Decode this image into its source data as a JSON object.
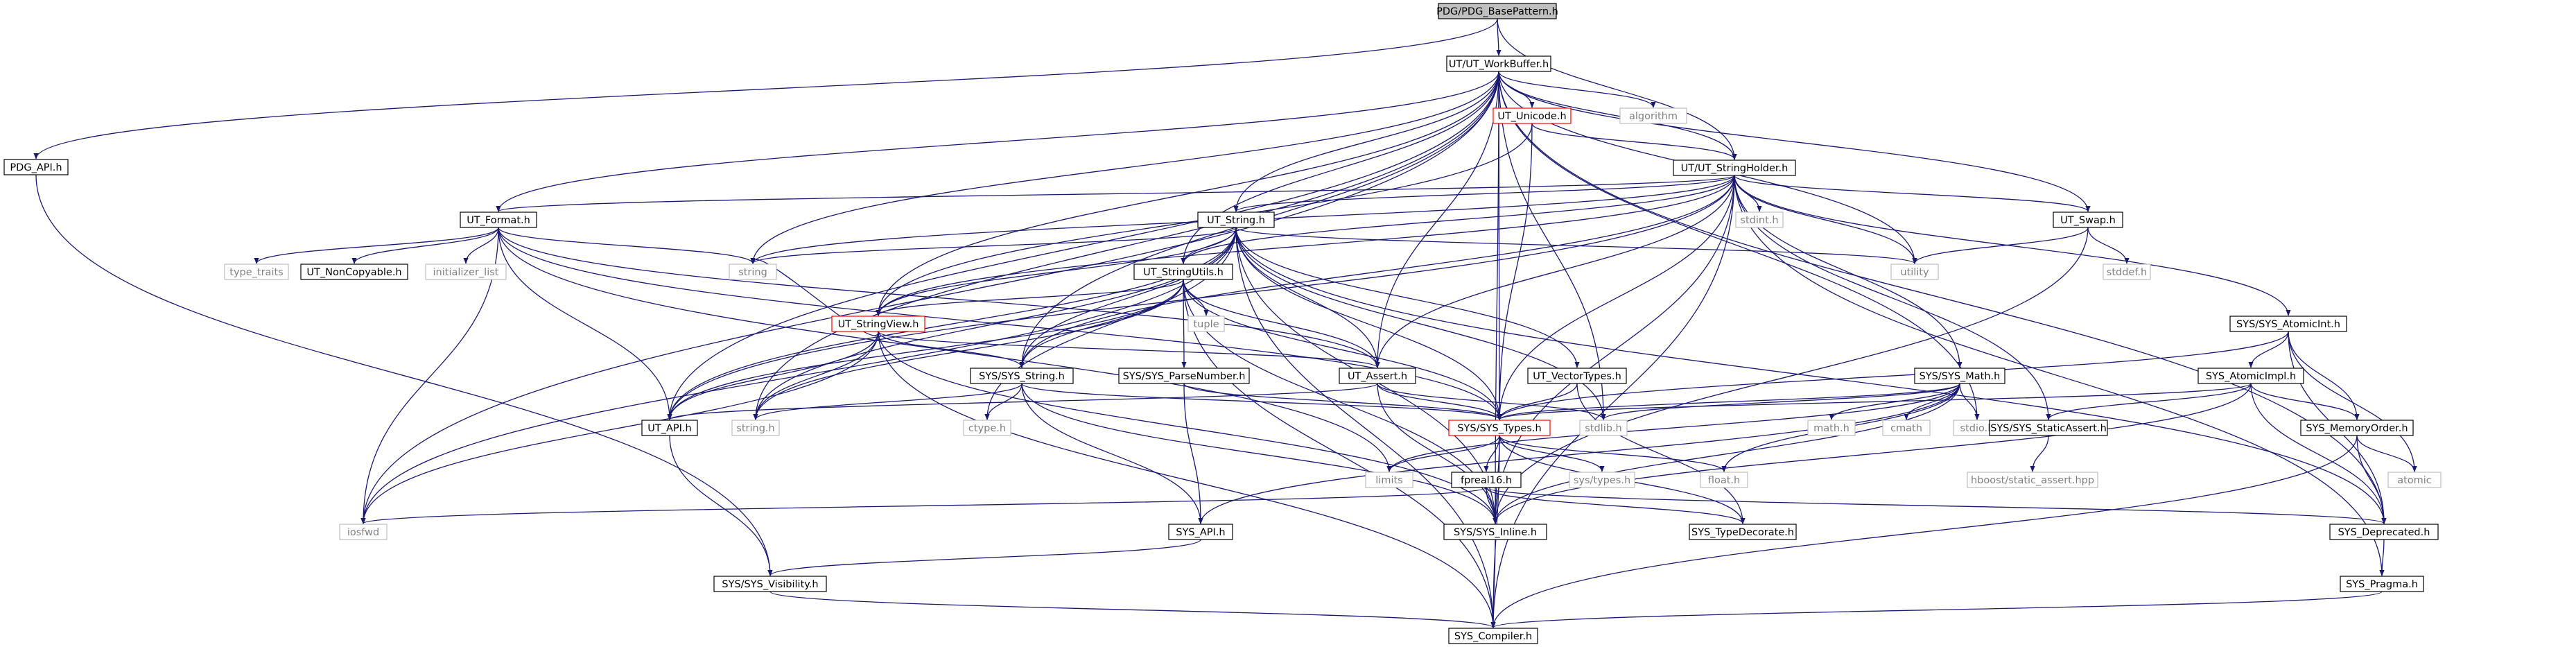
{
  "nodes": {
    "pdg_basepattern": "PDG/PDG_BasePattern.h",
    "ut_workbuffer": "UT/UT_WorkBuffer.h",
    "pdg_api": "PDG_API.h",
    "ut_unicode": "UT_Unicode.h",
    "algorithm": "algorithm",
    "ut_stringholder": "UT/UT_StringHolder.h",
    "ut_format": "UT_Format.h",
    "ut_string": "UT_String.h",
    "stdint": "stdint.h",
    "ut_swap": "UT_Swap.h",
    "type_traits": "type_traits",
    "ut_noncopyable": "UT_NonCopyable.h",
    "initializer_list": "initializer_list",
    "string": "string",
    "ut_stringutils": "UT_StringUtils.h",
    "utility": "utility",
    "stddef": "stddef.h",
    "tuple": "tuple",
    "sys_atomicint": "SYS/SYS_AtomicInt.h",
    "ut_stringview": "UT_StringView.h",
    "sys_sys_string": "SYS/SYS_String.h",
    "sys_parsenumber": "SYS/SYS_ParseNumber.h",
    "ut_assert": "UT_Assert.h",
    "ut_vectortypes": "UT_VectorTypes.h",
    "sys_math": "SYS/SYS_Math.h",
    "sys_atomicimpl": "SYS_AtomicImpl.h",
    "ut_api": "UT_API.h",
    "string_h": "string.h",
    "ctype": "ctype.h",
    "sys_types": "SYS/SYS_Types.h",
    "stdlib": "stdlib.h",
    "math": "math.h",
    "cmath": "cmath",
    "stdio": "stdio.h",
    "sys_staticassert": "SYS/SYS_StaticAssert.h",
    "sys_memoryorder": "SYS_MemoryOrder.h",
    "atomic": "atomic",
    "limits": "limits",
    "systypes": "sys/types.h",
    "fpreal16": "fpreal16.h",
    "float_h": "float.h",
    "hboost": "hboost/static_assert.hpp",
    "iosfwd": "iosfwd",
    "sys_api": "SYS_API.h",
    "sys_inline": "SYS/SYS_Inline.h",
    "sys_typedecorate": "SYS_TypeDecorate.h",
    "sys_deprecated": "SYS_Deprecated.h",
    "sys_visibility": "SYS/SYS_Visibility.h",
    "sys_pragma": "SYS_Pragma.h",
    "sys_compiler": "SYS_Compiler.h"
  },
  "colors": {
    "edge": "#191970",
    "node_border": "#000000",
    "root_fill": "#bfbfbf",
    "external_text": "#808080",
    "external_border": "#bfbfbf",
    "truncated_border": "#ff0000"
  }
}
